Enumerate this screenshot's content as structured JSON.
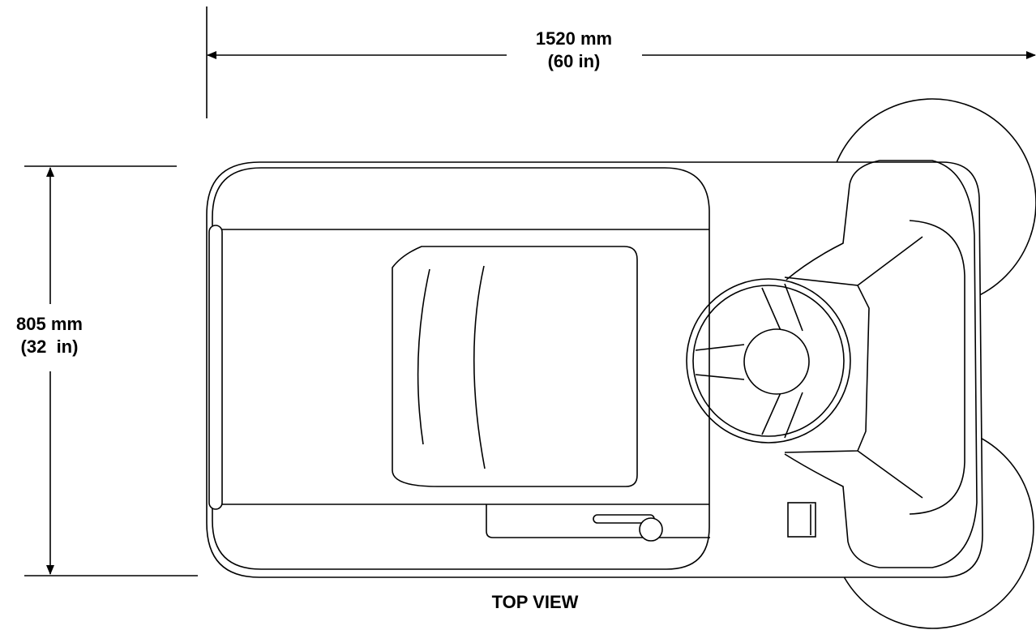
{
  "dimensions": {
    "width": {
      "metric": "1520 mm",
      "imperial": "(60 in)"
    },
    "height": {
      "metric": "805 mm",
      "imperial": "(32  in)"
    }
  },
  "view_title": "TOP VIEW"
}
